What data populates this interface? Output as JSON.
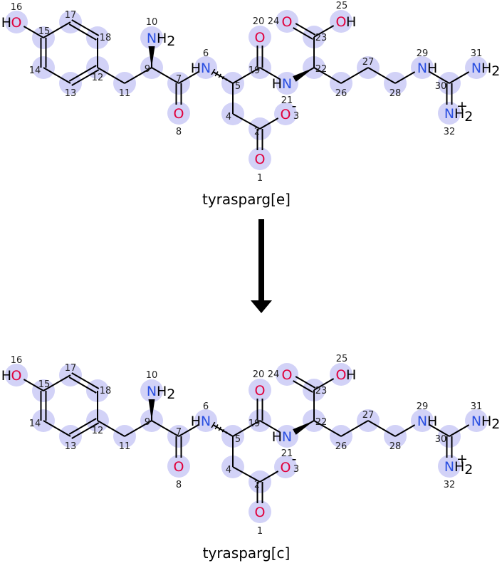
{
  "reaction": {
    "reactant_label": "tyrasparg[e]",
    "product_label": "tyrasparg[c]"
  },
  "colors": {
    "highlight": "#d2d2f7",
    "bond": "#000000",
    "oxygen": "#e0003c",
    "nitrogen": "#2a4fe0",
    "hydrogen": "#000000",
    "number": "#222222"
  },
  "atoms": [
    {
      "n": "1",
      "sym": "O"
    },
    {
      "n": "2",
      "sym": "C"
    },
    {
      "n": "3",
      "sym": "O",
      "charge": "-"
    },
    {
      "n": "4",
      "sym": "C"
    },
    {
      "n": "5",
      "sym": "C"
    },
    {
      "n": "6",
      "sym": "N",
      "h": "H"
    },
    {
      "n": "7",
      "sym": "C"
    },
    {
      "n": "8",
      "sym": "O"
    },
    {
      "n": "9",
      "sym": "C"
    },
    {
      "n": "10",
      "sym": "N",
      "h": "H2"
    },
    {
      "n": "11",
      "sym": "C"
    },
    {
      "n": "12",
      "sym": "C"
    },
    {
      "n": "13",
      "sym": "C"
    },
    {
      "n": "14",
      "sym": "C"
    },
    {
      "n": "15",
      "sym": "C"
    },
    {
      "n": "16",
      "sym": "O",
      "h": "H"
    },
    {
      "n": "17",
      "sym": "C"
    },
    {
      "n": "18",
      "sym": "C"
    },
    {
      "n": "19",
      "sym": "C"
    },
    {
      "n": "20",
      "sym": "O"
    },
    {
      "n": "21",
      "sym": "N",
      "h": "H"
    },
    {
      "n": "22",
      "sym": "C"
    },
    {
      "n": "23",
      "sym": "C"
    },
    {
      "n": "24",
      "sym": "O"
    },
    {
      "n": "25",
      "sym": "O",
      "h": "H"
    },
    {
      "n": "26",
      "sym": "C"
    },
    {
      "n": "27",
      "sym": "C"
    },
    {
      "n": "28",
      "sym": "C"
    },
    {
      "n": "29",
      "sym": "N",
      "h": "H"
    },
    {
      "n": "30",
      "sym": "C"
    },
    {
      "n": "31",
      "sym": "N",
      "h": "H2"
    },
    {
      "n": "32",
      "sym": "N",
      "h": "H2",
      "charge": "+"
    }
  ],
  "bonds": [
    [
      "2",
      "1",
      2
    ],
    [
      "2",
      "3",
      1
    ],
    [
      "2",
      "4",
      1
    ],
    [
      "4",
      "5",
      1
    ],
    [
      "5",
      "6",
      1
    ],
    [
      "6",
      "7",
      1
    ],
    [
      "7",
      "8",
      2
    ],
    [
      "7",
      "9",
      1
    ],
    [
      "9",
      "10",
      1
    ],
    [
      "9",
      "11",
      1
    ],
    [
      "11",
      "12",
      1
    ],
    [
      "12",
      "13",
      2
    ],
    [
      "13",
      "14",
      1
    ],
    [
      "14",
      "15",
      2
    ],
    [
      "15",
      "16",
      1
    ],
    [
      "15",
      "17",
      1
    ],
    [
      "17",
      "18",
      2
    ],
    [
      "18",
      "12",
      1
    ],
    [
      "5",
      "19",
      1
    ],
    [
      "19",
      "20",
      2
    ],
    [
      "19",
      "21",
      1
    ],
    [
      "21",
      "22",
      1
    ],
    [
      "22",
      "23",
      1
    ],
    [
      "23",
      "24",
      2
    ],
    [
      "23",
      "25",
      1
    ],
    [
      "22",
      "26",
      1
    ],
    [
      "26",
      "27",
      1
    ],
    [
      "27",
      "28",
      1
    ],
    [
      "28",
      "29",
      1
    ],
    [
      "29",
      "30",
      1
    ],
    [
      "30",
      "31",
      1
    ],
    [
      "30",
      "32",
      2
    ]
  ]
}
